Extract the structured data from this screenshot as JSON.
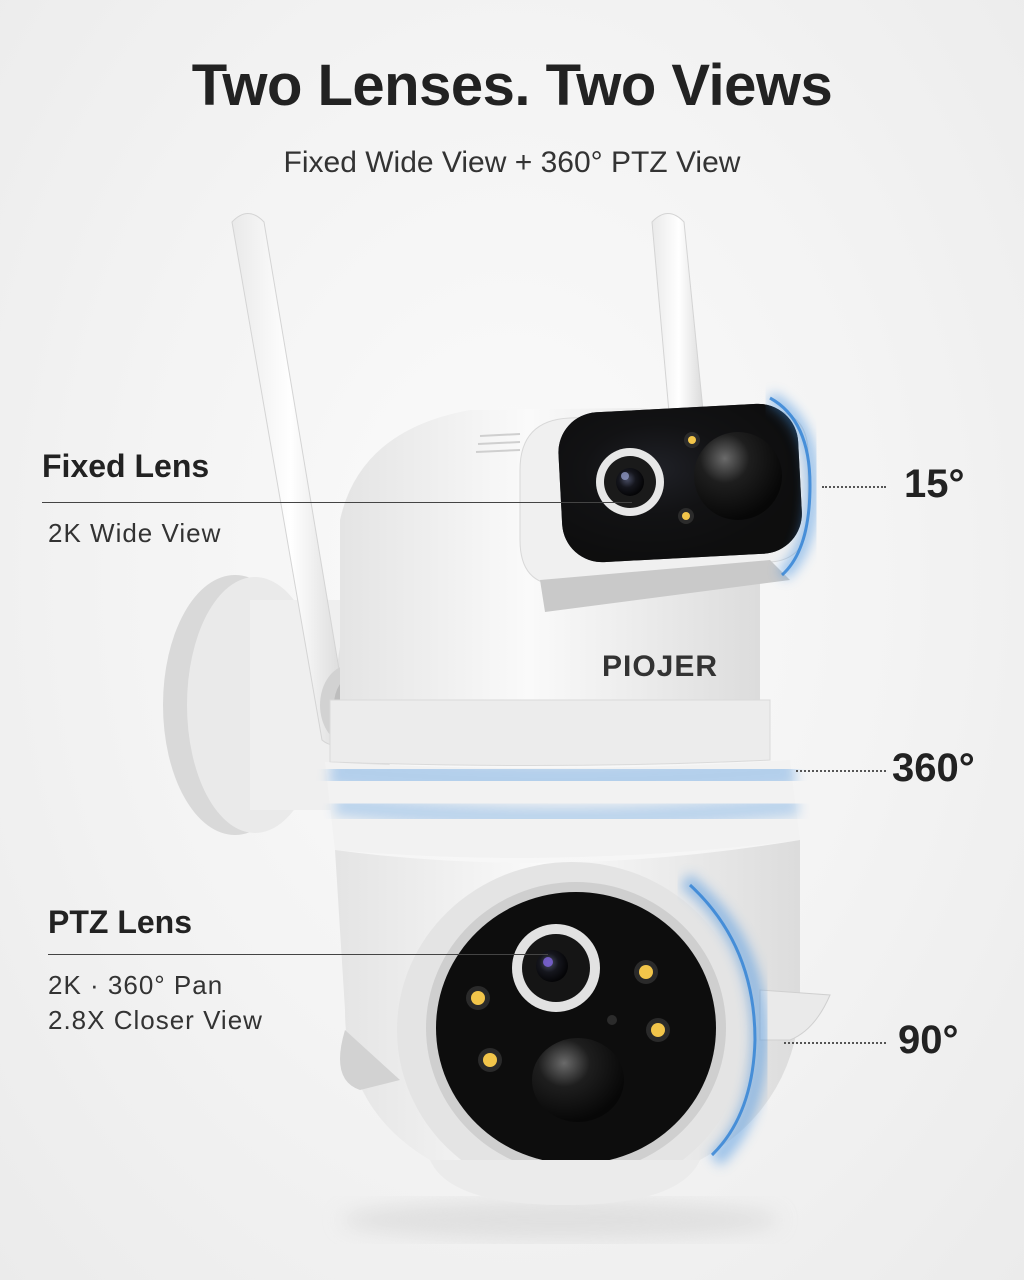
{
  "header": {
    "title": "Two Lenses. Two Views",
    "subtitle": "Fixed Wide View + 360° PTZ View"
  },
  "brand": {
    "logo": "PIOJER"
  },
  "callouts": {
    "fixed_lens": {
      "title": "Fixed Lens",
      "lines": [
        "2K Wide View"
      ]
    },
    "ptz_lens": {
      "title": "PTZ Lens",
      "lines": [
        "2K · 360° Pan",
        "2.8X Closer View"
      ]
    }
  },
  "angles": {
    "tilt_fixed": "15°",
    "pan": "360°",
    "tilt_ptz": "90°"
  },
  "colors": {
    "accent_glow": "#3f8fe0",
    "body": "#f4f4f4",
    "lens_face": "#141414",
    "led": "#f2c54a"
  },
  "icons": [
    "camera-product-image",
    "antenna-icon",
    "lens-icon",
    "led-icon"
  ]
}
